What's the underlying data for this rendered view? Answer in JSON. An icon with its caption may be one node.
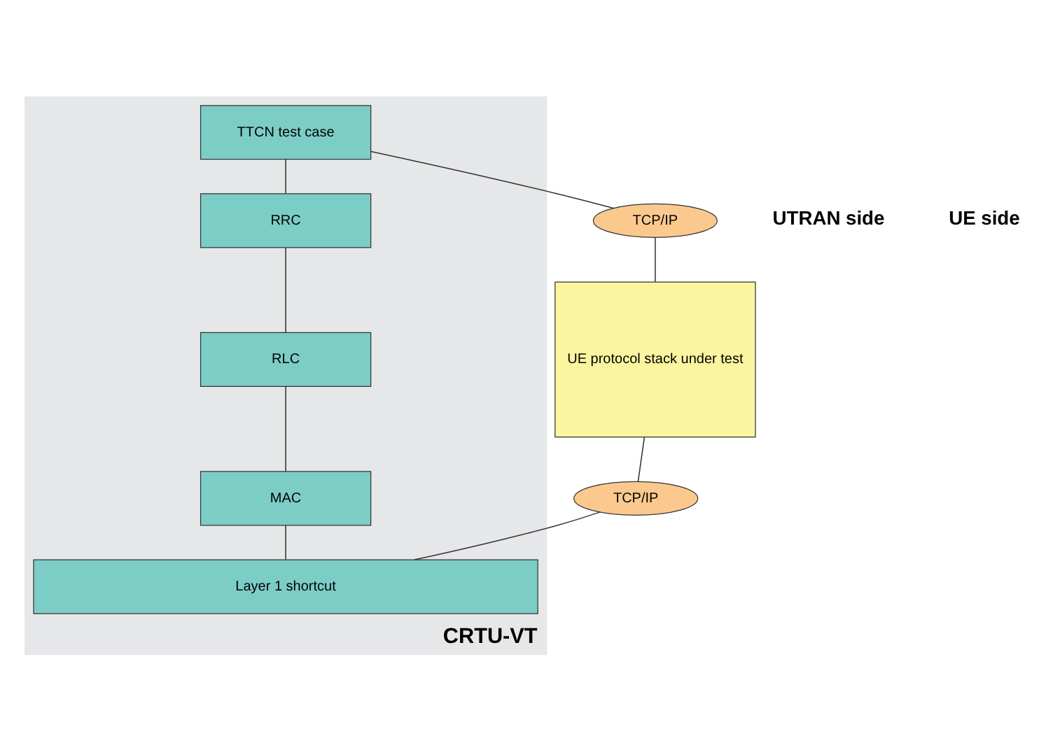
{
  "diagram": {
    "nodes": [
      {
        "text": [
          "CRTU-VT"
        ]
      },
      {
        "text": [
          "TTCN test case"
        ],
        "in": 0
      },
      {
        "text": [
          "RRC"
        ],
        "in": 0
      },
      {
        "text": [
          "RLC"
        ],
        "in": 0
      },
      {
        "text": [
          "MAC"
        ],
        "in": 0
      },
      {
        "text": [
          "Layer 1 shortcut"
        ],
        "in": 0
      },
      {
        "text": [
          "TCP/IP"
        ]
      },
      {
        "text": [
          "UE protocol stack under test"
        ]
      },
      {
        "text": [
          "TCP/IP"
        ]
      }
    ],
    "edges": [
      {
        "from": 1,
        "to": 2,
        "arrow": "none"
      },
      {
        "from": 2,
        "to": 3,
        "arrow": "none"
      },
      {
        "from": 3,
        "to": 4,
        "arrow": "none"
      },
      {
        "from": 4,
        "to": 5,
        "arrow": "none"
      },
      {
        "from": 1,
        "to": 6,
        "arrow": "none"
      },
      {
        "from": 6,
        "to": 7,
        "arrow": "none"
      },
      {
        "from": 7,
        "to": 8,
        "arrow": "none"
      },
      {
        "from": 8,
        "to": 5,
        "arrow": "none"
      }
    ],
    "labels": [
      "UTRAN side",
      "UE side"
    ]
  }
}
